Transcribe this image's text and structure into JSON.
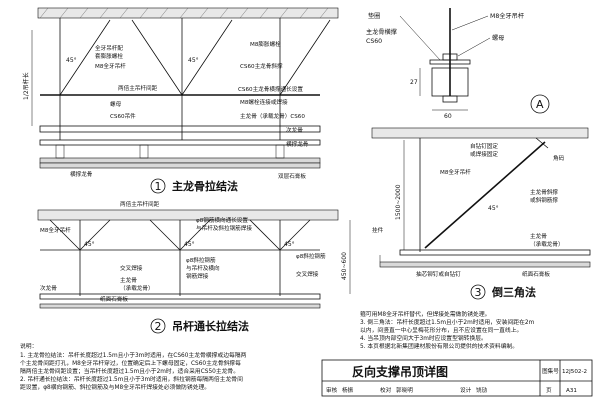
{
  "detail1": {
    "number": "1",
    "title": "主龙骨拉结法",
    "labels": {
      "rod_clip": "全牙吊杆配",
      "expansion_bolt": "套膨胀螺栓",
      "hanger_rod": "M8全牙吊杆",
      "m8_exp_bolt": "M8膨胀螺栓",
      "cs60_brace": "CS60主龙骨斜撑",
      "double_hanger": "两倍主吊杆间距",
      "cs60_brace_len": "CS60主龙骨横撑通长设置",
      "nut": "螺母",
      "m8_conn_bolt": "M8螺栓连接或焊接",
      "cs60_hanger": "CS60吊件",
      "main_keel": "主龙骨（承载龙骨）CS60",
      "secondary_keel": "次龙骨",
      "cross_keel": "横撑龙骨",
      "double_gypsum": "双层石膏板",
      "angle": "45°",
      "height_dim": "1/2吊杆长"
    }
  },
  "detail2": {
    "number": "2",
    "title": "吊杆通长拉结法",
    "labels": {
      "double_hanger": "两倍主吊杆间距",
      "rod_spacing_note": "φ8钢筋横向通长设置",
      "rod_spacing_note2": "与吊杆及斜拉钢筋焊接",
      "hanger_rod": "M8全牙吊杆",
      "diag_rebar": "φ8斜拉钢筋",
      "rebar_weld": "φ8斜拉钢筋",
      "rod_and_cross": "与吊杆及横向",
      "rebar_weld2": "钢筋焊接",
      "cross_weld": "交叉焊接",
      "main_keel": "主龙骨",
      "main_keel2": "（承载龙骨）",
      "secondary": "次龙骨",
      "gypsum": "纸面石膏板",
      "angle": "45°",
      "dim": "450~600"
    }
  },
  "detailA": {
    "letter": "A",
    "labels": {
      "pad": "垫圈",
      "hanger_rod": "M8全牙吊杆",
      "main_keel_brace": "主龙骨横撑",
      "cs60": "CS60",
      "nut": "螺母",
      "dim_27": "27",
      "dim_60": "60"
    }
  },
  "detail3": {
    "number": "3",
    "title": "倒三角法",
    "labels": {
      "self_tap": "自钻钉固定",
      "or_weld": "或焊接固定",
      "angle_bar": "角码",
      "hanger_rod": "M8全牙吊杆",
      "main_brace": "主龙骨斜撑",
      "or_brace": "或斜钢筋撑",
      "hanger": "挂件",
      "main_keel": "主龙骨",
      "main_keel2": "（承载龙骨）",
      "anchor": "抽芯铆钉或自钻钉",
      "gypsum": "纸面石膏板",
      "angle": "45°",
      "dim": "1500~2000"
    }
  },
  "notes": {
    "header": "说明：",
    "lines": [
      "1. 主龙骨拉结法：吊杆长度超过1.5m且小于3m时适用，在CS60主龙骨横撑或边每隔两",
      "    个主龙骨间距打孔，M8全牙吊杆穿过，位置确定后上下螺母固定，CS60主龙骨斜撑每",
      "    隔两倍主龙骨间距设置；当吊杆长度超过1.5m且小于2m时，适合采用CS50主龙骨。",
      "2. 吊杆通长拉结法：吊杆长度超过1.5m且小于3m时适用，斜拉钢筋每隔两倍主龙骨间",
      "    距设置，φ8横向钢筋、斜拉钢筋及与M8全牙吊杆焊接处必须做防锈处理。"
    ],
    "right_lines": [
      "箍可用M8全牙吊杆替代，但焊接处需做防锈处理。",
      "3. 倒三角法：吊杆长度超过1.5m且小于2m时适用，安装间距在2m",
      "    以内，间竖直一中心呈梅花形分布，且不应设置在同一直线上。",
      "4. 当吊顶内部空间大于3m时应设置型钢转换层。",
      "5. 本页根据北新集团建材股份有限公司提供的技术资料编制。"
    ]
  },
  "title_block": {
    "title": "反向支撑吊顶详图",
    "atlas_label": "图集号",
    "atlas_no": "12J502-2",
    "review_label": "审核",
    "review_name": "杨振",
    "check_label": "校对",
    "check_name": "郭晓明",
    "design_label": "设计",
    "design_name": "饶劢",
    "page_label": "页",
    "page_no": "A31"
  }
}
